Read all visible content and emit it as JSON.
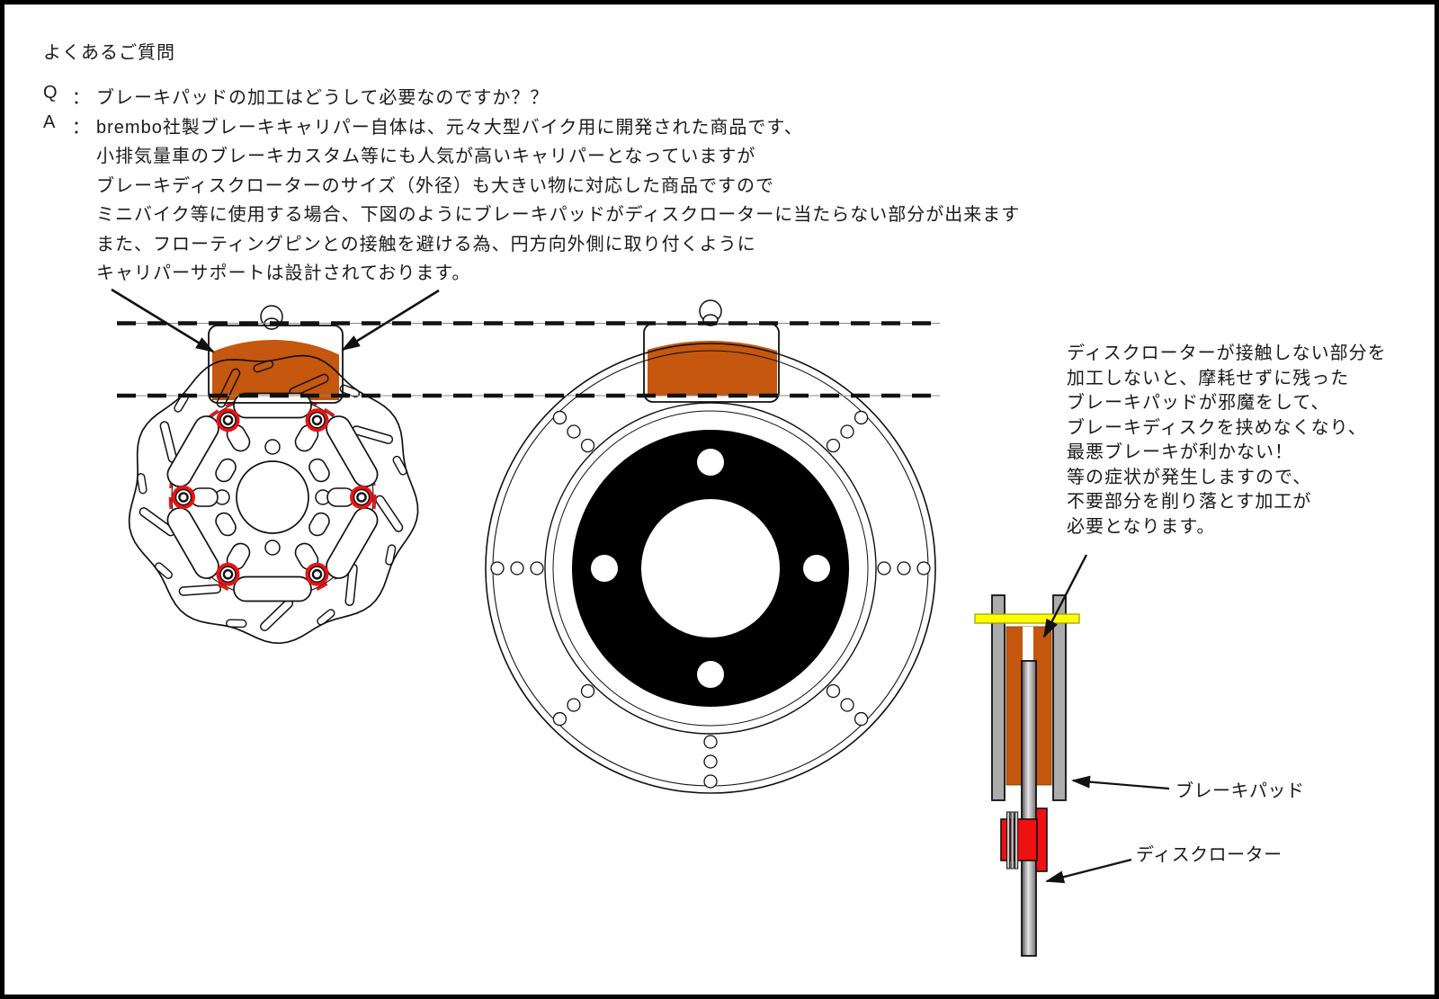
{
  "page": {
    "title": "よくあるご質問",
    "qa": {
      "q_prefix": "Q",
      "a_prefix": "A",
      "colon": "：",
      "question": "ブレーキパッドの加工はどうして必要なのですか？？",
      "answer_lines": [
        "brembo社製ブレーキキャリパー自体は、元々大型バイク用に開発された商品です、",
        "小排気量車のブレーキカスタム等にも人気が高いキャリパーとなっていますが",
        "ブレーキディスクローターのサイズ（外径）も大きい物に対応した商品ですので",
        "ミニバイク等に使用する場合、下図のようにブレーキパッドがディスクローターに当たらない部分が出来ます",
        "また、フローティングピンとの接触を避ける為、円方向外側に取り付くように",
        "キャリパーサポートは設計されております。"
      ]
    },
    "note_lines": [
      "ディスクローターが接触しない部分を",
      "加工しないと、摩耗せずに残った",
      "ブレーキパッドが邪魔をして、",
      "ブレーキディスクを挟めなくなり、",
      "最悪ブレーキが利かない！",
      "等の症状が発生しますので、",
      "不要部分を削り落とす加工が",
      "必要となります。"
    ],
    "labels": {
      "brake_pad": "ブレーキパッド",
      "disc_rotor": "ディスクローター"
    },
    "colors": {
      "pad_orange": "#C5570E",
      "pin_red": "#EE1111",
      "caliper_yellow": "#FFFF00",
      "plate_gray": "#ACACAC",
      "line": "#111111"
    }
  }
}
